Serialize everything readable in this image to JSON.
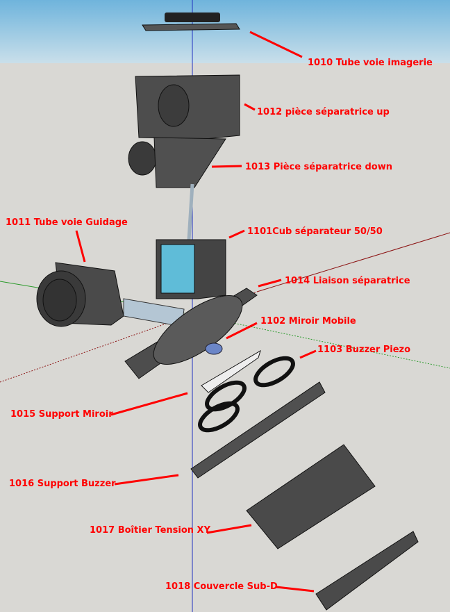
{
  "labels": [
    "1010 Tube voie imagerie",
    "1012 pièce séparatrice up",
    "1013 Pièce séparatrice down",
    "1011 Tube voie Guidage",
    "1101Cub séparateur 50/50",
    "1014 Liaison séparatrice",
    "1102 Miroir Mobile",
    "1103 Buzzer Piezo",
    "1015 Support Miroir",
    "1016 Support Buzzer",
    "1017 Boîtier Tension XY",
    "1018 Couvercle Sub-D"
  ],
  "colors": {
    "label": "#ff0000",
    "part": "#555555",
    "glass": "#5fbcd8"
  }
}
